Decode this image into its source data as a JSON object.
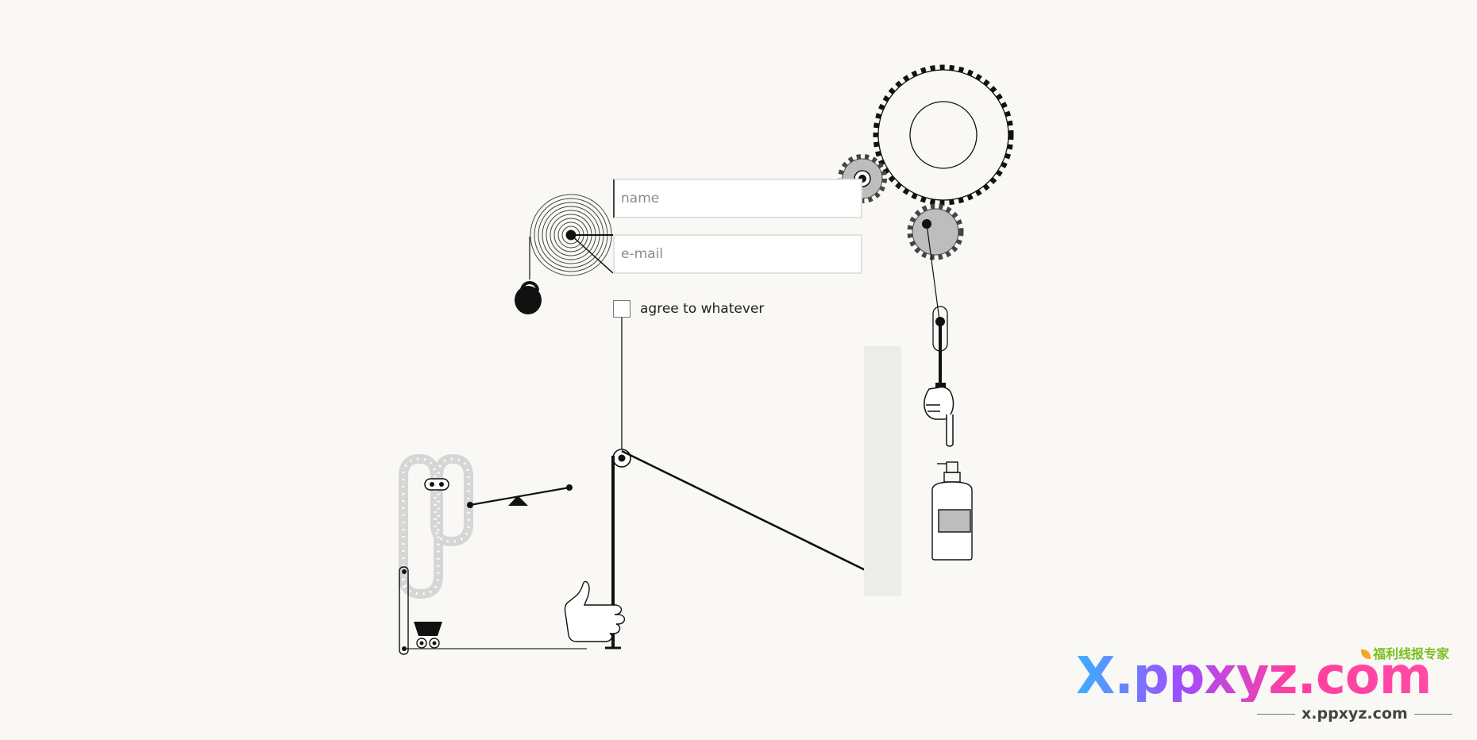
{
  "form": {
    "name_placeholder": "name",
    "email_placeholder": "e-mail",
    "agree_label": "agree to whatever",
    "agree_checked": false
  },
  "machine": {
    "parts": [
      "spiral-spring",
      "kettlebell",
      "gear-large",
      "gear-small-top",
      "gear-small-bottom",
      "pointing-hand",
      "spray-bottle",
      "pulley",
      "lever-arm",
      "seesaw",
      "conveyor-chain",
      "cart",
      "thumbs-up-hand"
    ]
  },
  "watermark": {
    "main": "X.ppxyz.com",
    "top": "福利线报专家",
    "sub": "x.ppxyz.com"
  },
  "colors": {
    "background": "#f9f8f5",
    "line": "#111111",
    "gear_fill": "#bdbdbd",
    "chain": "#d6d6d6",
    "drop_zone": "#ececeb"
  }
}
